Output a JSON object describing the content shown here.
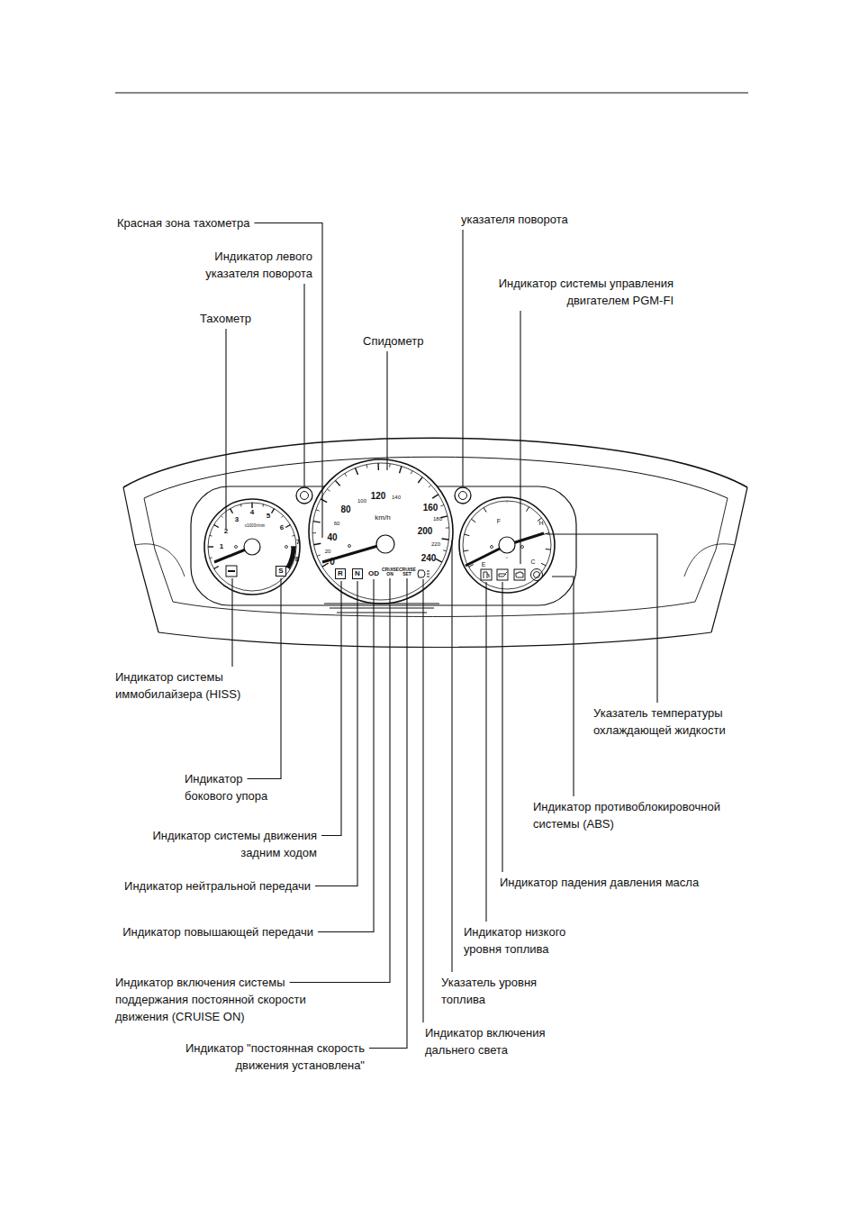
{
  "diagram": {
    "nodes": [
      {
        "text": [
          "S"
        ]
      },
      {
        "text": [
          "R"
        ]
      },
      {
        "text": [
          "N"
        ]
      }
    ],
    "labels": [
      "Красная зона тахометра",
      "Индикатор левого указателя поворота",
      "Тахометр",
      "Спидометр",
      "указателя поворота",
      "Индикатор системы управления двигателем PGM-FI",
      "Индикатор системы иммобилайзера (HISS)",
      "Индикатор бокового упора",
      "Индикатор системы движения задним ходом",
      "Индикатор нейтральной передачи",
      "Индикатор повышающей передачи",
      "Индикатор включения системы поддержания постоянной скорости движения (CRUISE ON)",
      "Индикатор \"постоянная скорость движения установлена\"",
      "Индикатор включения дальнего света",
      "Указатель уровня топлива",
      "Индикатор низкого уровня топлива",
      "Индикатор падения давления масла",
      "Индикатор противоблокировочной системы (ABS)",
      "Указатель температуры охлаждающей жидкости",
      "1",
      "2",
      "3",
      "4",
      "5",
      "6",
      "7",
      "8",
      "x1000r/min",
      "0",
      "20",
      "40",
      "60",
      "80",
      "100",
      "120",
      "140",
      "160",
      "180",
      "200",
      "220",
      "240",
      "km/h",
      "OD",
      "CRUISE ON",
      "CRUISE SET",
      "E",
      "F",
      "C",
      "H"
    ]
  }
}
